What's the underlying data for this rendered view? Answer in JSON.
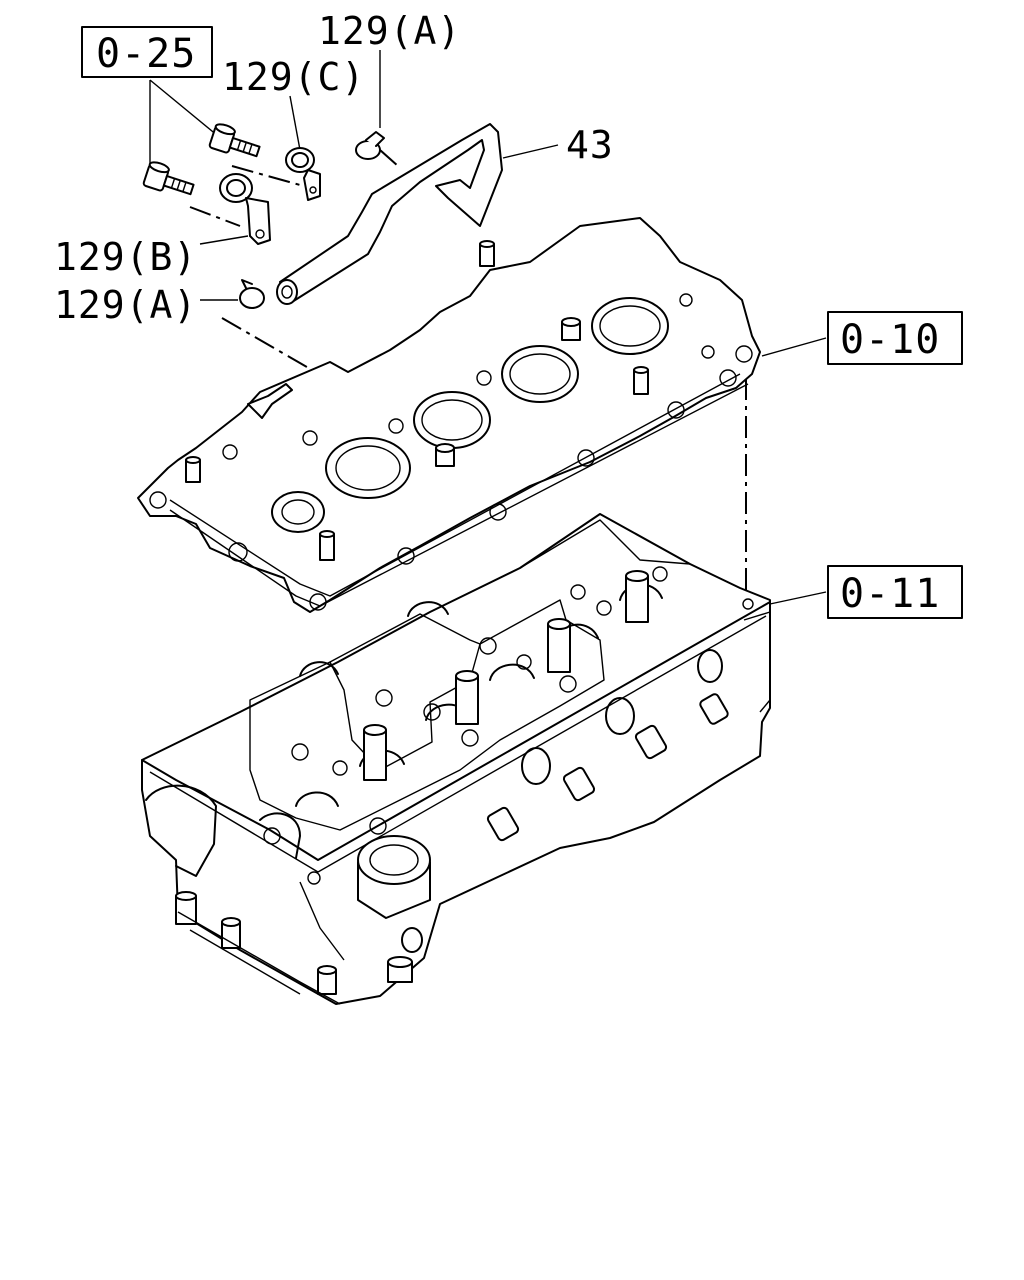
{
  "callouts": {
    "ref_0_25": "0-25",
    "ref_0_10": "0-10",
    "ref_0_11": "0-11",
    "part_129a_top": "129(A)",
    "part_129c": "129(C)",
    "part_43": "43",
    "part_129b": "129(B)",
    "part_129a_left": "129(A)"
  }
}
